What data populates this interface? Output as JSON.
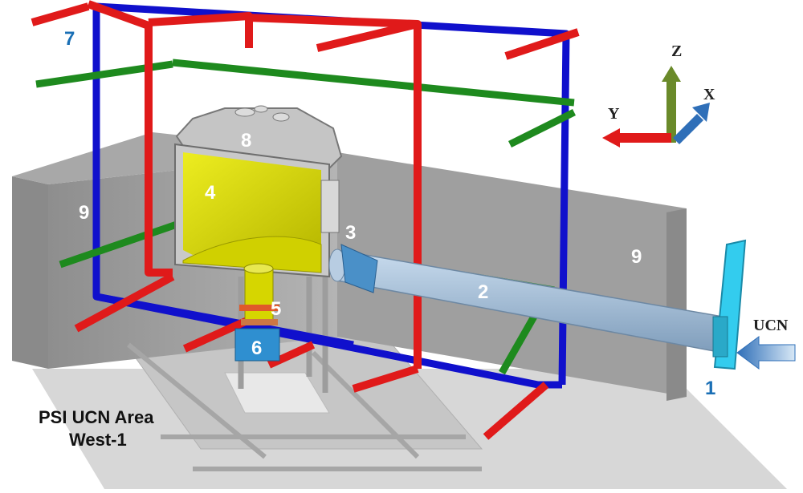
{
  "labels": {
    "l1": "1",
    "l2": "2",
    "l3": "3",
    "l4": "4",
    "l5": "5",
    "l6": "6",
    "l7": "7",
    "l8": "8",
    "l9_left": "9",
    "l9_right": "9"
  },
  "axes": {
    "x": "X",
    "y": "Y",
    "z": "Z"
  },
  "beam": {
    "label": "UCN"
  },
  "caption": {
    "line1": "PSI UCN Area",
    "line2": "West-1"
  },
  "colors": {
    "coil_red": "#e01a1a",
    "coil_blue": "#1010cc",
    "coil_green": "#1e8a1e",
    "chamber_yellow": "#e6e600",
    "guide_tube": "#a9c4de",
    "shutter_cyan": "#33ccee",
    "wall_gray": "#9c9c9c"
  }
}
